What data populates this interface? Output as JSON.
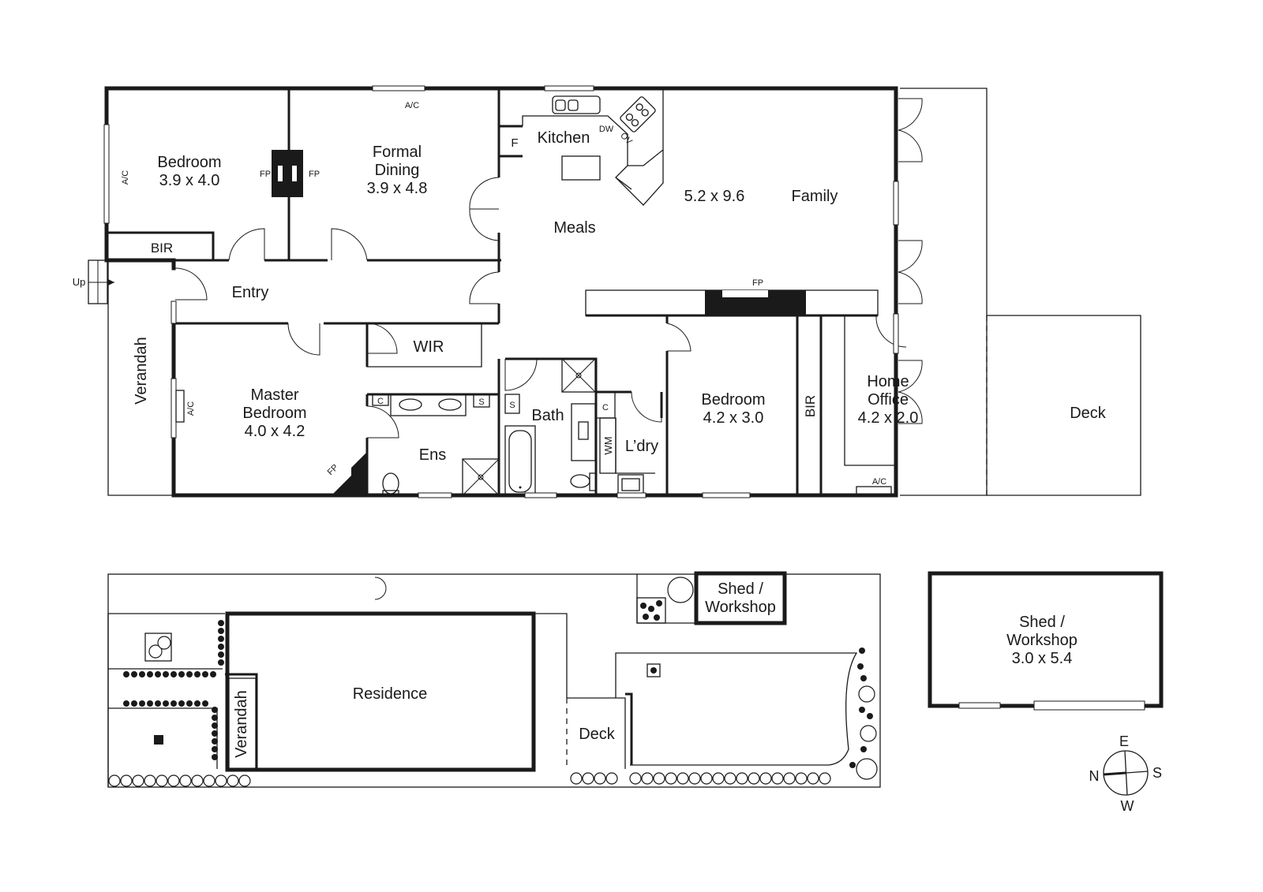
{
  "floorplan": {
    "rooms": {
      "bedroom2": {
        "name": "Bedroom",
        "size": "3.9 x 4.0"
      },
      "formal_dining": {
        "name_line1": "Formal",
        "name_line2": "Dining",
        "size": "3.9 x 4.8"
      },
      "kitchen": {
        "name": "Kitchen"
      },
      "meals": {
        "name": "Meals"
      },
      "family": {
        "name": "Family",
        "size": "5.2 x 9.6"
      },
      "entry": {
        "name": "Entry"
      },
      "verandah": {
        "name": "Verandah"
      },
      "master": {
        "name_line1": "Master",
        "name_line2": "Bedroom",
        "size": "4.0 x 4.2"
      },
      "wir": {
        "name": "WIR"
      },
      "ens": {
        "name": "Ens"
      },
      "bath": {
        "name": "Bath"
      },
      "laundry": {
        "name": "L’dry"
      },
      "bedroom3": {
        "name": "Bedroom",
        "size": "4.2 x 3.0"
      },
      "home_office": {
        "name_line1": "Home",
        "name_line2": "Office",
        "size": "4.2 x 2.0"
      },
      "deck": {
        "name": "Deck"
      },
      "bir1": {
        "name": "BIR"
      },
      "bir2": {
        "name": "BIR"
      }
    },
    "fixtures": {
      "ac": "A/C",
      "fp": "FP",
      "fridge": "F",
      "dishwasher": "DW",
      "oven": "OV",
      "cupboard": "C",
      "shelf": "S",
      "washing_machine": "WM",
      "stairs_up": "Up"
    }
  },
  "siteplan": {
    "residence": "Residence",
    "verandah": "Verandah",
    "deck": "Deck",
    "shed_line1": "Shed /",
    "shed_line2": "Workshop"
  },
  "shed_detail": {
    "name_line1": "Shed /",
    "name_line2": "Workshop",
    "size": "3.0 x 5.4"
  },
  "compass": {
    "top": "E",
    "right": "S",
    "bottom": "W",
    "left": "N"
  },
  "colors": {
    "ink": "#1a1a1a",
    "background": "#ffffff"
  }
}
